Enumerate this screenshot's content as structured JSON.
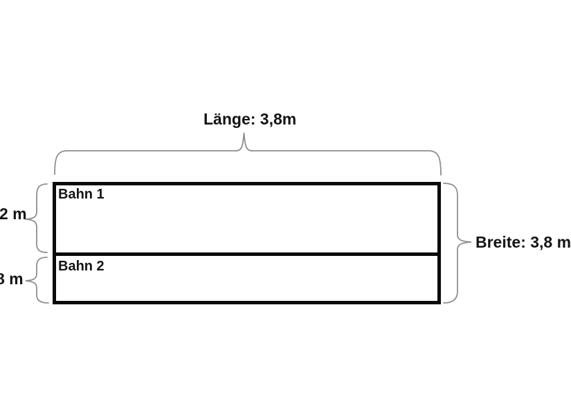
{
  "diagram": {
    "top_dimension": {
      "label": "Länge: 3,8m"
    },
    "right_dimension": {
      "label": "Breite: 3,8 m"
    },
    "left_dimensions": [
      {
        "label": "2 m"
      },
      {
        "label": "8 m"
      }
    ],
    "lanes": [
      {
        "label": "Bahn 1"
      },
      {
        "label": "Bahn 2"
      }
    ],
    "colors": {
      "line": "#0a0a0a",
      "brace": "#8e8e8e",
      "text": "#141414",
      "background": "#ffffff"
    }
  }
}
